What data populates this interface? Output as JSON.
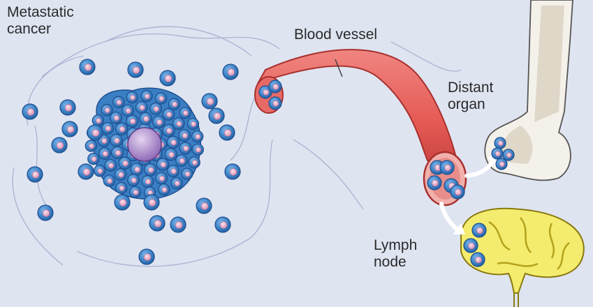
{
  "labels": {
    "metastatic_cancer": [
      "Metastatic",
      "cancer"
    ],
    "blood_vessel": "Blood vessel",
    "distant_organ": [
      "Distant",
      "organ"
    ],
    "lymph_node": [
      "Lymph",
      "node"
    ]
  },
  "colors": {
    "background": "#dfe4f1",
    "cell": "#3f86c9",
    "cell_outline": "#1f4f8f",
    "nucleus": "#e7b7cf",
    "vessel": "#e8635f",
    "vessel_dark": "#c9443f",
    "vessel_lumen": "#f2b0ac",
    "bone": "#f4f1ea",
    "marrow": "#ddd4c4",
    "lymph": "#f3ec6e",
    "lymph_outline": "#b5a21c",
    "arrow": "#ffffff"
  },
  "icons": {
    "arrow_to_organ": "curved-arrow",
    "arrow_to_lymph": "curved-arrow"
  }
}
